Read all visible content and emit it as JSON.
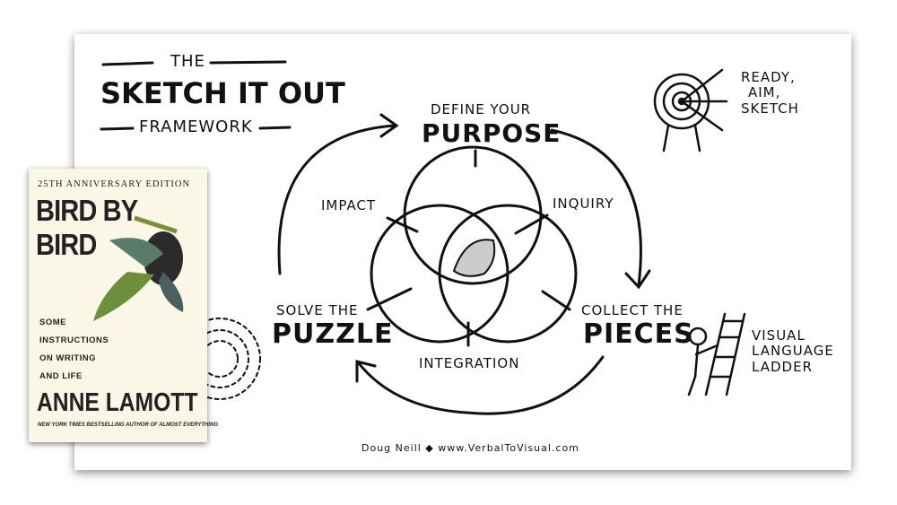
{
  "title": {
    "line1": "The",
    "line2": "Sketch It Out",
    "line3": "Framework"
  },
  "stages": {
    "top_small": "Define Your",
    "top_big": "Purpose",
    "right_small": "Collect the",
    "right_big": "Pieces",
    "left_small": "Solve the",
    "left_big": "Puzzle"
  },
  "venn": {
    "impact": "Impact",
    "inquiry": "Inquiry",
    "integration": "Integration"
  },
  "target_label": [
    "Ready,",
    "Aim,",
    "Sketch"
  ],
  "ladder_label": [
    "Visual",
    "Language",
    "Ladder"
  ],
  "credit": "Doug Neill ◆ www.VerbalToVisual.com",
  "book": {
    "edition": "25TH ANNIVERSARY EDITION",
    "title": "BIRD BY BIRD",
    "subtitle": [
      "SOME",
      "INSTRUCTIONS",
      "ON WRITING",
      "AND LIFE"
    ],
    "author": "ANNE LAMOTT",
    "tagline": "NEW YORK TIMES BESTSELLING AUTHOR OF ALMOST EVERYTHING"
  }
}
